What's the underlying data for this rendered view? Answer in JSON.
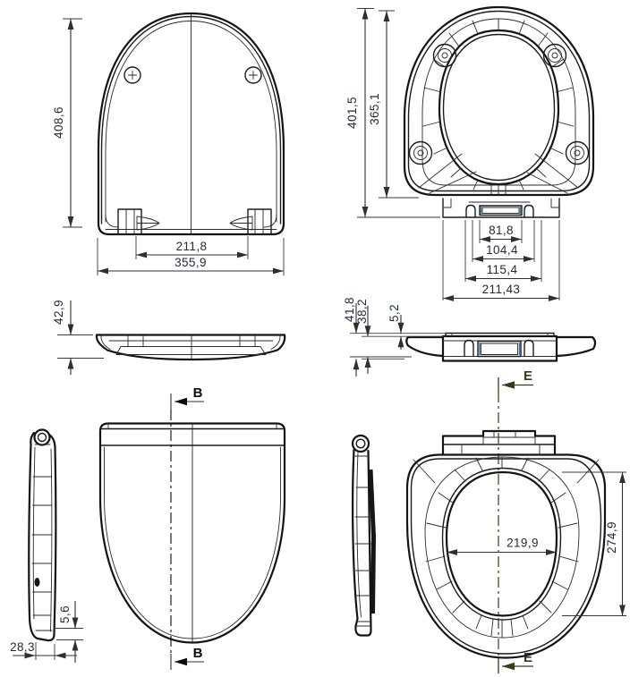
{
  "drawing_title": "toilet seat and lid multi-view dimensioned drawing",
  "units_style": "decimal comma, millimetres",
  "colors": {
    "background": "#ffffff",
    "outline": "#141414",
    "dimension_line": "#2f2f2f",
    "dimension_text": "#232a3d",
    "section_b": "#0a0a0a",
    "section_e": "#3b3b1c",
    "accent_blue": "#4179ab"
  },
  "views": {
    "lid_front": {
      "label": "lid front view",
      "dim_height": "408,6",
      "dim_hinge_span": "211,8",
      "dim_width": "355,9"
    },
    "seat_underside": {
      "label": "seat underside view",
      "dim_total_length": "401,5",
      "dim_body_length": "365,1",
      "dim_bar_width": "81,8",
      "dim_pin_inner_span": "104,4",
      "dim_pin_outer_span": "115,4",
      "dim_plate_width": "211,43"
    },
    "lid_side": {
      "label": "lid side view",
      "dim_thickness": "42,9"
    },
    "seat_side": {
      "label": "seat side view",
      "dim_total_thickness": "41,8",
      "dim_body_thickness": "38,2",
      "dim_step": "5,2"
    },
    "lid_edge": {
      "label": "lid edge profile",
      "dim_tip_thickness": "5,6",
      "dim_width": "28,3"
    },
    "lid_top": {
      "label": "lid top view",
      "section_label": "B"
    },
    "seat_top": {
      "label": "seat top view",
      "dim_opening_width": "219,9",
      "dim_opening_length": "274,9",
      "section_label": "E"
    }
  }
}
